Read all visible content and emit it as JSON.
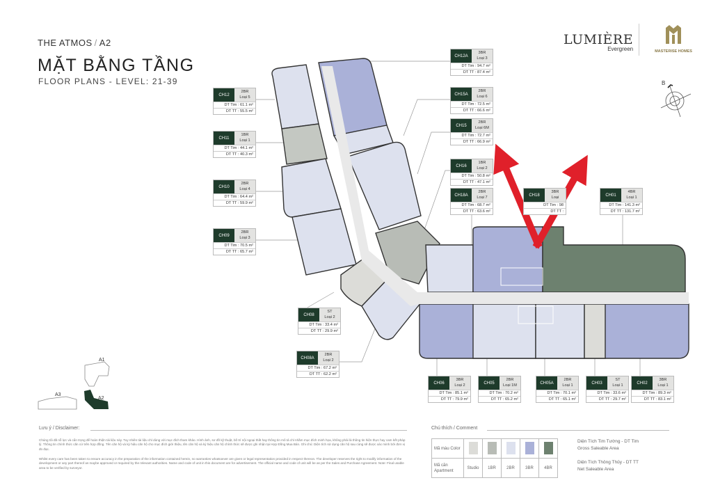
{
  "header": {
    "project": "THE ATMOS",
    "block": "A2",
    "title": "MẶT BẰNG TẦNG",
    "subtitle": "FLOOR PLANS - LEVEL: 21-39"
  },
  "logos": {
    "lumiere": "LUMIÈRE",
    "lumiere_sub": "Evergreen",
    "masterise": "MASTERISE HOMES"
  },
  "compass": {
    "label": "B"
  },
  "key_plan": {
    "blocks": [
      "A1",
      "A2",
      "A3"
    ],
    "highlighted": "A2"
  },
  "labels": {
    "dt_tim": "DT Tim",
    "dt_tt": "DT TT"
  },
  "units": [
    {
      "code": "CH12A",
      "type": "3BR",
      "loai": "Loại 3",
      "dt_tim": "94.7 m²",
      "dt_tt": "87.4 m²"
    },
    {
      "code": "CH15A",
      "type": "2BR",
      "loai": "Loại 6",
      "dt_tim": "72.5 m²",
      "dt_tt": "66.6 m²"
    },
    {
      "code": "CH15",
      "type": "2BR",
      "loai": "Loại 6M",
      "dt_tim": "72.7 m²",
      "dt_tt": "66.9 m²"
    },
    {
      "code": "CH16",
      "type": "1BR",
      "loai": "Loại 2",
      "dt_tim": "50.8 m²",
      "dt_tt": "47.1 m²"
    },
    {
      "code": "CH18A",
      "type": "2BR",
      "loai": "Loại 7",
      "dt_tim": "68.7 m²",
      "dt_tt": "63.6 m²"
    },
    {
      "code": "CH18",
      "type": "3BR",
      "loai": "Loại",
      "dt_tim": "98",
      "dt_tt": ""
    },
    {
      "code": "CH01",
      "type": "4BR",
      "loai": "Loại 1",
      "dt_tim": "141.3 m²",
      "dt_tt": "131.7 m²"
    },
    {
      "code": "CH12",
      "type": "2BR",
      "loai": "Loại 5",
      "dt_tim": "61.1 m²",
      "dt_tt": "55.5 m²"
    },
    {
      "code": "CH11",
      "type": "1BR",
      "loai": "Loại 1",
      "dt_tim": "44.1 m²",
      "dt_tt": "40.3 m²"
    },
    {
      "code": "CH10",
      "type": "2BR",
      "loai": "Loại 4",
      "dt_tim": "64.4 m²",
      "dt_tt": "59.9 m²"
    },
    {
      "code": "CH09",
      "type": "2BR",
      "loai": "Loại 3",
      "dt_tim": "70.5 m²",
      "dt_tt": "65.7 m²"
    },
    {
      "code": "CH08",
      "type": "ST",
      "loai": "Loại 2",
      "dt_tim": "33.4 m²",
      "dt_tt": "29.9 m²"
    },
    {
      "code": "CH08A",
      "type": "2BR",
      "loai": "Loại 2",
      "dt_tim": "67.2 m²",
      "dt_tt": "62.2 m²"
    },
    {
      "code": "CH06",
      "type": "3BR",
      "loai": "Loại 2",
      "dt_tim": "85.1 m²",
      "dt_tt": "79.9 m²"
    },
    {
      "code": "CH05",
      "type": "2BR",
      "loai": "Loại 1M",
      "dt_tim": "70.2 m²",
      "dt_tt": "65.2 m²"
    },
    {
      "code": "CH05A",
      "type": "2BR",
      "loai": "Loại 1",
      "dt_tim": "70.1 m²",
      "dt_tt": "65.1 m²"
    },
    {
      "code": "CH03",
      "type": "ST",
      "loai": "Loại 1",
      "dt_tim": "33.6 m²",
      "dt_tt": "29.7 m²"
    },
    {
      "code": "CH02",
      "type": "3BR",
      "loai": "Loại 1",
      "dt_tim": "89.3 m²",
      "dt_tt": "83.1 m²"
    }
  ],
  "disclaimer": {
    "heading": "Lưu ý / Disclaimer:",
    "vi": "Chúng tôi đã nỗ lực và cẩn trọng để hoàn thiện tài liệu này. Tuy nhiên tài liệu chỉ dùng với mục đích tham khảo. Hình ảnh, sơ đồ kỹ thuật, bố trí nội ngoại thất hay thông tin mô tả chỉ nhằm mục đích minh họa, không phải là thông tin hiện thực hay cam kết pháp lý. Thông tin chính thức căn cứ trên hợp đồng. Tên căn hộ và ký hiệu căn hộ cho mục đích giới thiệu, tên căn hộ và ký hiệu căn hộ chính thức sẽ được ghi nhận tại Hợp Đồng Mua Bán. Ghi chú: Diện tích sử dụng căn hộ sau cùng sẽ được xác minh bởi đơn vị đo đạc.",
    "en": "Whilst every care has been taken to ensure accuracy in the preparation of the information contained herein, no warranties whatsoever are given or legal representation provided in respect thereon. The developer reserves the right to modify information of the development or any part thereof as maybe approved or required by the relevant authorities. Name and code of unit in this document are for advertisement. The official name and code of unit will be as per the Sales and Purchase Agreement. Note: Final usable area to be verified by surveyor."
  },
  "comment": {
    "heading": "Chú thích / Comment",
    "color_label": "Mã màu Color",
    "apartment_label": "Mã căn Apartment",
    "types": [
      {
        "name": "Studio",
        "color": "#dcdcd8"
      },
      {
        "name": "1BR",
        "color": "#b8bcb6"
      },
      {
        "name": "2BR",
        "color": "#dde1ee"
      },
      {
        "name": "3BR",
        "color": "#aab1d8"
      },
      {
        "name": "4BR",
        "color": "#6d816f"
      }
    ],
    "gross": "Diện Tích Tim Tường - DT Tim",
    "gross_en": "Gross Saleable Area",
    "net": "Diện Tích Thông Thủy - DT TT",
    "net_en": "Net Saleable Area"
  },
  "annotation_color": "#e0202a"
}
